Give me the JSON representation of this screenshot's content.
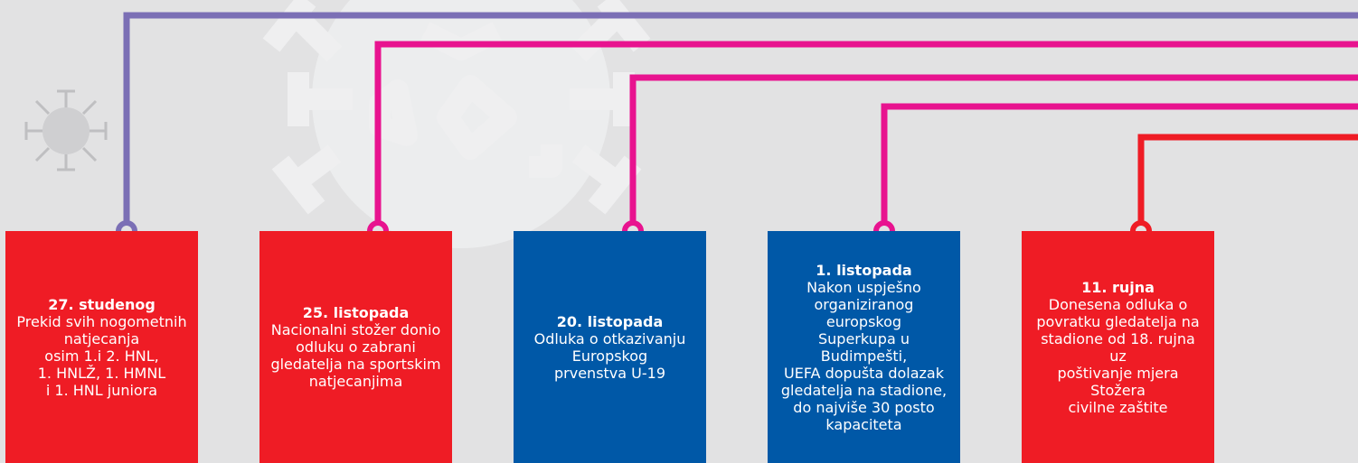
{
  "colors": {
    "background": "#e2e2e3",
    "red": "#ef1c25",
    "blue": "#0058a7",
    "violet": "#7b6fb5",
    "magenta": "#e8138f",
    "watermark": "#efeff0",
    "small_icon": "#bfbfc1"
  },
  "icons": {
    "watermark": "virus-watermark-icon",
    "small": "virus-icon"
  },
  "events": [
    {
      "date": "27. studenog",
      "text": "Prekid svih nogometnih\nnatjecanja\nosim 1.i 2. HNL,\n1. HNLŽ, 1. HMNL\ni 1. HNL juniora",
      "card_color": "#ef1c25",
      "line_color": "#7b6fb5"
    },
    {
      "date": "25. listopada",
      "text": "Nacionalni stožer donio\nodluku o zabrani\ngledatelja na sportskim\nnatjecanjima",
      "card_color": "#ef1c25",
      "line_color": "#e8138f"
    },
    {
      "date": "20. listopada",
      "text": "Odluka o otkazivanju\nEuropskog\nprvenstva U-19",
      "card_color": "#0058a7",
      "line_color": "#e8138f"
    },
    {
      "date": "1. listopada",
      "text": "Nakon uspješno\norganiziranog europskog\nSuperkupa u Budimpešti,\nUEFA dopušta dolazak\ngledatelja na stadione,\ndo najviše 30 posto\nkapaciteta",
      "card_color": "#0058a7",
      "line_color": "#e8138f"
    },
    {
      "date": "11. rujna",
      "text": "Donesena odluka o\npovratku gledatelja na\nstadione od 18. rujna uz\npoštivanje mjera Stožera\ncivilne zaštite",
      "card_color": "#ef1c25",
      "line_color": "#ef1c25"
    }
  ]
}
